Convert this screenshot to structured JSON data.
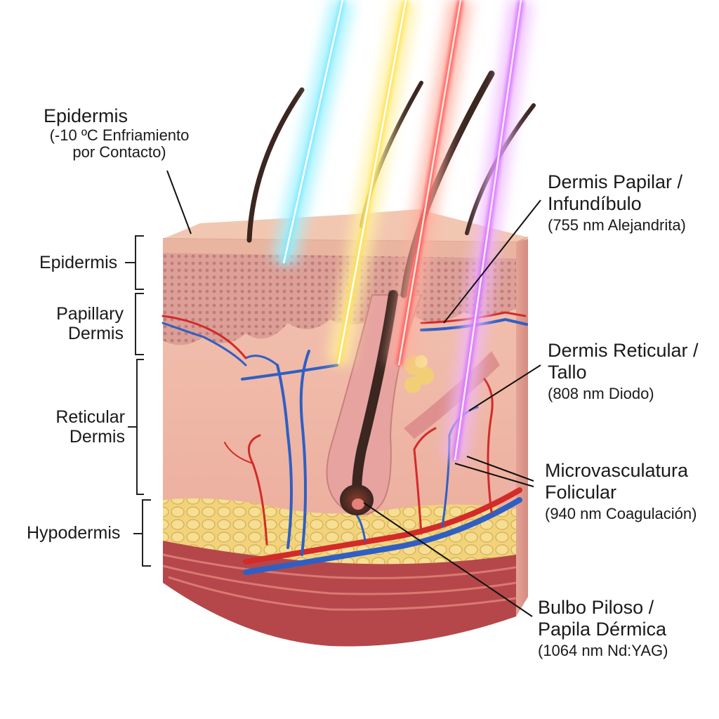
{
  "colors": {
    "epidermis_top": "#f2c7b1",
    "epidermis_side": "#e6a99a",
    "papillary": "#d99b98",
    "dermis": "#efb3a8",
    "hypodermis_fat": "#f1d37c",
    "muscle": "#b5474a",
    "artery": "#d32a2a",
    "vein": "#2f5fc4",
    "hair": "#3b2620",
    "laser_blue": "#7fe8ff",
    "laser_yellow": "#ffe14d",
    "laser_red": "#ff5454",
    "laser_violet": "#d66cff"
  },
  "left_labels": {
    "epidermis": "Epidermis",
    "papillary": [
      "Papillary",
      "Dermis"
    ],
    "reticular": [
      "Reticular",
      "Dermis"
    ],
    "hypodermis": "Hypodermis"
  },
  "callouts": {
    "epidermis_top": {
      "title": "Epidermis",
      "lines": [
        "(-10 ºC Enfriamiento",
        "por Contacto)"
      ]
    },
    "papillary": {
      "title_lines": [
        "Dermis Papilar /",
        "Infundíbulo"
      ],
      "sub": "(755 nm Alejandrita)"
    },
    "reticular": {
      "title_lines": [
        "Dermis Reticular /",
        "Tallo"
      ],
      "sub": "(808 nm Diodo)"
    },
    "micro": {
      "title_lines": [
        "Microvasculatura",
        "Folicular"
      ],
      "sub": "(940 nm Coagulación)"
    },
    "bulb": {
      "title_lines": [
        "Bulbo Piloso /",
        "Papila Dérmica"
      ],
      "sub": "(1064 nm Nd:YAG)"
    }
  }
}
